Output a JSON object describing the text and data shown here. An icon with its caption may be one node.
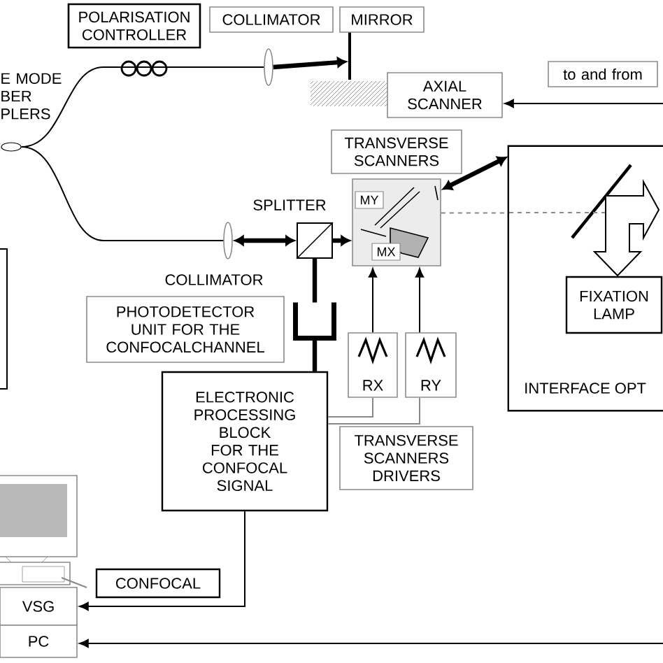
{
  "diagram": {
    "nodes": [
      {
        "text": [
          "POLARISATION CONTROLLER"
        ]
      },
      {
        "text": [
          "COLLIMATOR"
        ]
      },
      {
        "text": [
          "MIRROR"
        ]
      },
      {
        "text": [
          "to and from"
        ]
      },
      {
        "text": [
          "AXIAL SCANNER"
        ]
      },
      {
        "text": [],
        "shape": "ellipse",
        "beside": [
          "E MODE BER PLERS"
        ]
      },
      {
        "text": [],
        "shape": "lens"
      },
      {
        "text": [
          "TRANSVERSE SCANNERS"
        ]
      },
      {
        "text": [
          "INTERFACE OPT"
        ]
      },
      {
        "text": [
          "FIXATION LAMP"
        ],
        "in": 8
      },
      {
        "text": [],
        "shape": "box"
      },
      {
        "text": [
          "MY"
        ],
        "in": 10
      },
      {
        "text": [
          "MX"
        ],
        "in": 10
      },
      {
        "text": [
          "SPLITTER"
        ]
      },
      {
        "text": [],
        "shape": "lens",
        "beside": [
          "COLLIMATOR"
        ]
      },
      {
        "text": [
          "PHOTODETECTOR UNIT FOR THE CONFOCALCHANNEL"
        ]
      },
      {
        "text": [],
        "shape": "cup"
      },
      {
        "text": [
          "ELECTRONIC PROCESSING BLOCK FOR THE CONFOCAL SIGNAL"
        ]
      },
      {
        "text": [
          "RX"
        ]
      },
      {
        "text": [
          "RY"
        ]
      },
      {
        "text": [
          "TRANSVERSE SCANNERS DRIVERS"
        ]
      },
      {
        "text": [
          "CONFOCAL"
        ]
      },
      {
        "text": [
          "VSG"
        ]
      },
      {
        "text": [
          "PC"
        ]
      }
    ],
    "edges": [
      {
        "from": 5,
        "to": 6,
        "arrow": "none"
      },
      {
        "from": 5,
        "to": 14,
        "arrow": "none"
      },
      {
        "from": 6,
        "to": null,
        "arrow": "to",
        "style": "thick"
      },
      {
        "from": null,
        "to": 4,
        "arrow": "to"
      },
      {
        "from": 14,
        "to": 13,
        "arrow": "both",
        "style": "thick"
      },
      {
        "from": 13,
        "to": 10,
        "arrow": "to",
        "style": "thick"
      },
      {
        "from": 10,
        "to": 8,
        "arrow": "both",
        "style": "thick"
      },
      {
        "from": 10,
        "to": 8,
        "arrow": "none",
        "style": "dashed",
        "color": "#888888"
      },
      {
        "from": 13,
        "to": 16,
        "arrow": "none",
        "style": "thick"
      },
      {
        "from": 16,
        "to": 17,
        "arrow": "none",
        "style": "thick"
      },
      {
        "from": 18,
        "to": 10,
        "arrow": "to"
      },
      {
        "from": 19,
        "to": 10,
        "arrow": "to"
      },
      {
        "from": 18,
        "to": 17,
        "arrow": "none",
        "color": "#888888"
      },
      {
        "from": 19,
        "to": 17,
        "arrow": "none",
        "color": "#888888"
      },
      {
        "from": 17,
        "to": 22,
        "arrow": "to"
      },
      {
        "from": null,
        "to": 23,
        "arrow": "to"
      }
    ]
  }
}
